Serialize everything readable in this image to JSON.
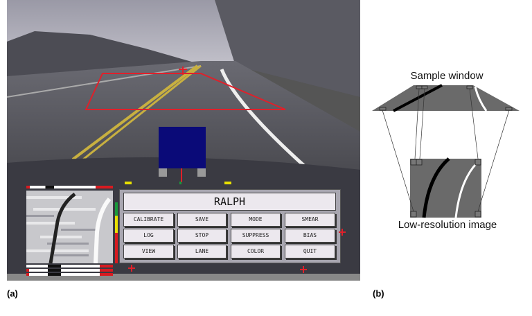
{
  "panel_a": {
    "label": "(a)",
    "title": "RALPH",
    "buttons": [
      [
        "CALIBRATE",
        "SAVE",
        "MODE",
        "SMEAR"
      ],
      [
        "LOG",
        "STOP",
        "SUPPRESS",
        "BIAS"
      ],
      [
        "VIEW",
        "LANE",
        "COLOR",
        "QUIT"
      ]
    ]
  },
  "panel_b": {
    "label": "(b)",
    "top_caption": "Sample window",
    "bottom_caption": "Low-resolution image"
  },
  "colors": {
    "trapezoid": "#e0202a",
    "blue_box": "#0a0a78",
    "meter_green": "#1a9a3a",
    "meter_yellow": "#e8e000",
    "meter_red": "#d81a20"
  }
}
